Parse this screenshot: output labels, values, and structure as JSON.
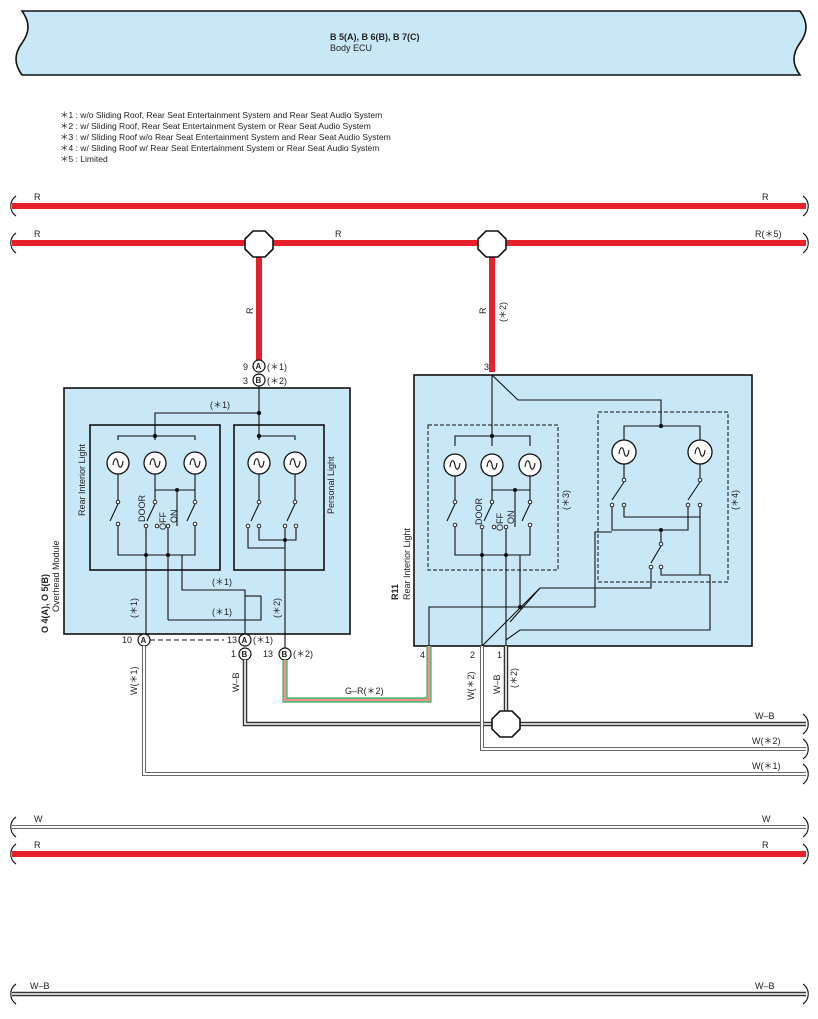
{
  "ecu": {
    "connectors": "B 5(A), B 6(B), B 7(C)",
    "name": "Body ECU"
  },
  "notes": [
    "＊1 : w/o Sliding Roof,  Rear Seat Entertainment System and Rear Seat Audio System",
    "＊2 : w/ Sliding Roof,  Rear Seat Entertainment System or Rear Seat Audio System",
    "＊3 : w/ Sliding Roof w/o Rear Seat Entertainment System and Rear Seat Audio System",
    "＊4 : w/ Sliding Roof w/ Rear Seat Entertainment System or Rear Seat Audio System",
    "＊5 : Limited"
  ],
  "bus": {
    "top_left": "R",
    "top_right": "R",
    "second_left": "R",
    "second_mid": "R",
    "second_right": "R(＊5)",
    "w_left": "W",
    "w_right": "W",
    "r_left": "R",
    "r_right": "R",
    "wb_left": "W–B",
    "wb_right": "W–B"
  },
  "wires": {
    "drop1": "R",
    "drop2": "R",
    "drop2_note": "(＊2)",
    "w1": "W(＊1)",
    "wb_left": "W–B",
    "gr": "G–R(＊2)",
    "w2": "W(＊2)",
    "wb_mid": "W–B",
    "note2_vert": "(＊2)",
    "right_wb": "W–B",
    "right_w2": "W(＊2)",
    "right_w1": "W(＊1)"
  },
  "overhead": {
    "code": "O 4(A), O 5(B)",
    "name": "Overhead Module",
    "rear_light": "Rear Interior Light",
    "personal_light": "Personal Light",
    "sw_door": "DOOR",
    "sw_off": "OFF",
    "sw_on": "ON",
    "pin_9": "9",
    "conn_a": "A",
    "note_1a": "(＊1)",
    "pin_3": "3",
    "conn_b": "B",
    "note_2a": "(＊2)",
    "n_top": "(＊1)",
    "n_mid1": "(＊1)",
    "n_mid2": "(＊1)",
    "n_left": "(＊1)",
    "n_right": "(＊2)",
    "pin_10": "10",
    "pin_13a": "13",
    "note_13a": "(＊1)",
    "pin_1": "1",
    "pin_13b": "13",
    "note_13b": "(＊2)"
  },
  "rear": {
    "code": "R11",
    "name": "Rear Interior Light",
    "pin_3": "3",
    "pin_4": "4",
    "pin_2": "2",
    "pin_1": "1",
    "sw_door": "DOOR",
    "sw_off": "OFF",
    "sw_on": "ON",
    "note3": "(＊3)",
    "note4": "(＊4)"
  }
}
